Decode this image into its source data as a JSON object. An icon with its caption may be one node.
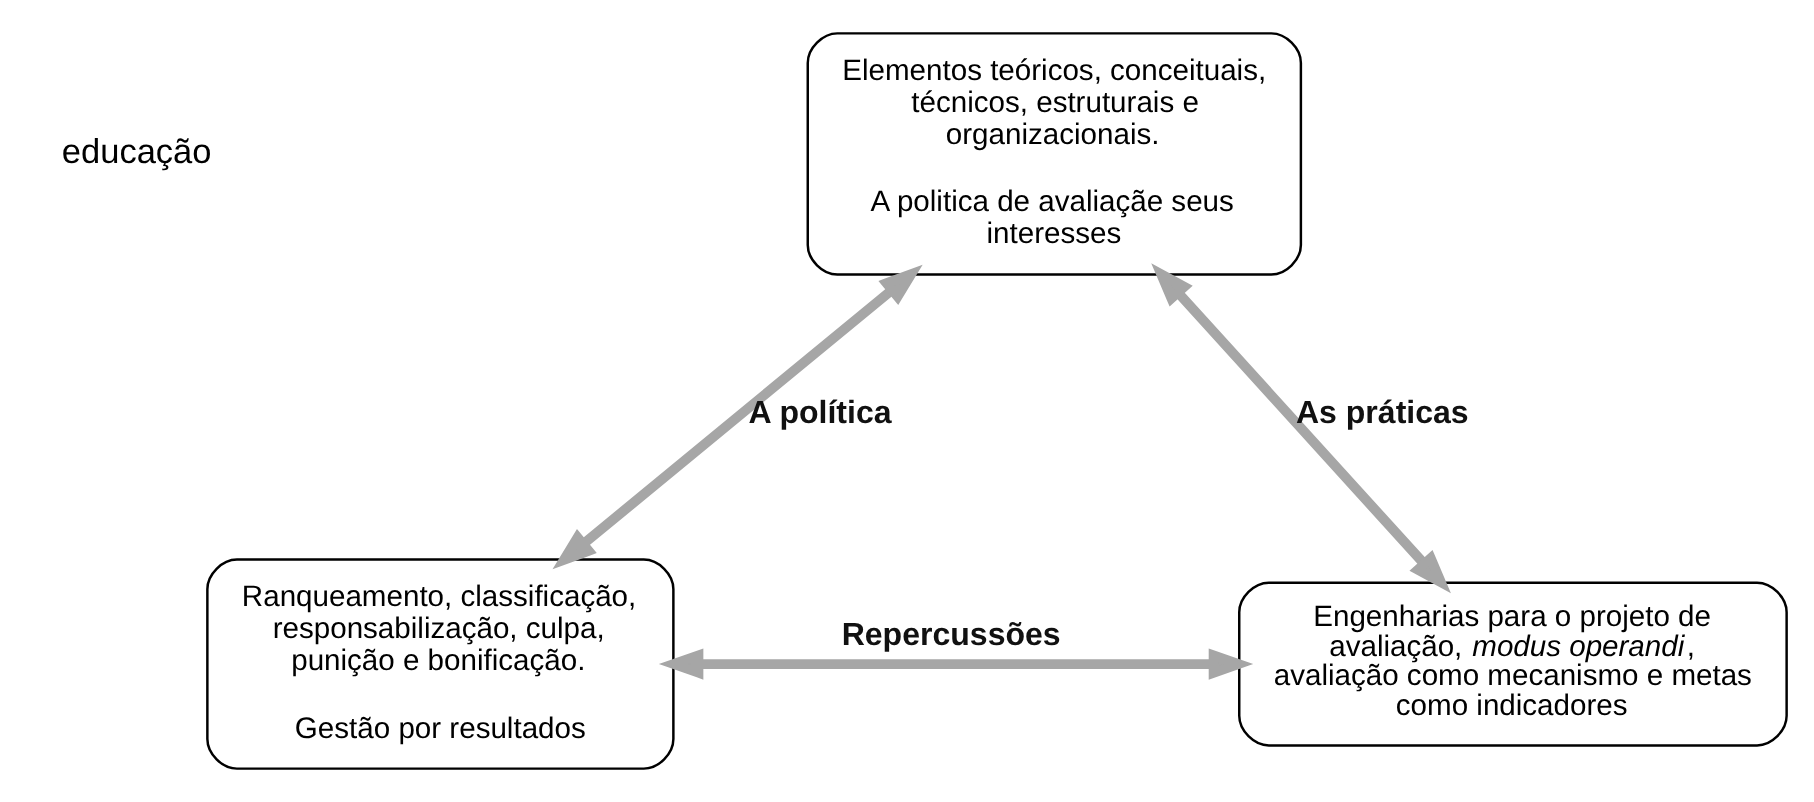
{
  "diagram": {
    "nodes": [
      {
        "text": [
          "Elementos teóricos, conceituais, técnicos, estruturais e organizacionais.",
          "A politica de avaliaçãe seus interesses"
        ]
      },
      {
        "text": [
          "Ranqueamento, classificação, responsabilização, culpa, punição e bonificação.",
          "Gestão por resultados"
        ]
      },
      {
        "text": [
          "Engenharias para o projeto de avaliação, *modus operandi*, avaliação como mecanismo e metas como indicadores"
        ]
      }
    ],
    "edges": [
      {
        "from": 0,
        "to": 1,
        "arrow": "both",
        "label": "A política"
      },
      {
        "from": 0,
        "to": 2,
        "arrow": "both",
        "label": "As práticas"
      },
      {
        "from": 1,
        "to": 2,
        "arrow": "both",
        "label": "Repercussões"
      }
    ],
    "labels": [
      "educação"
    ]
  }
}
